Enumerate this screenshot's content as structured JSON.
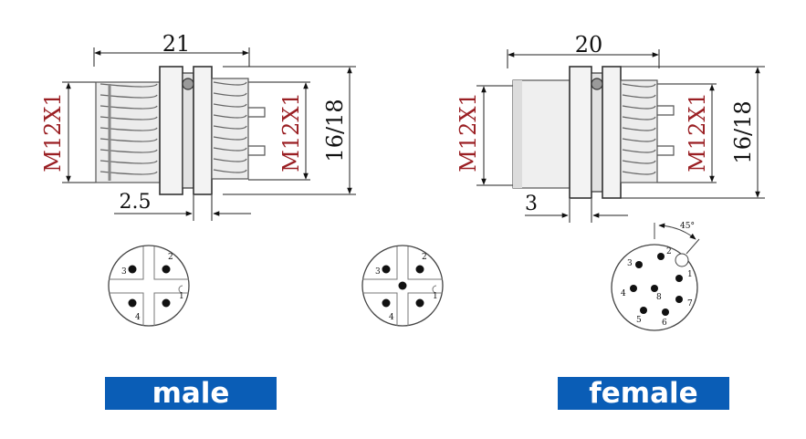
{
  "male": {
    "length_dim": "21",
    "left_thread": "M12X1",
    "right_thread": "M12X1",
    "height_dim": "16/18",
    "flange_dim": "2.5",
    "label": "male",
    "pins_4": [
      "1",
      "2",
      "3",
      "4"
    ],
    "pins_5": [
      "1",
      "2",
      "3",
      "4"
    ]
  },
  "female": {
    "length_dim": "20",
    "left_thread": "M12X1",
    "right_thread": "M12X1",
    "height_dim": "16/18",
    "flange_dim": "3",
    "label": "female",
    "angle": "45°",
    "pins_8": [
      "1",
      "2",
      "3",
      "4",
      "5",
      "6",
      "7",
      "8"
    ]
  },
  "colors": {
    "label_bg": "#0a5db6",
    "label_text": "#ffffff",
    "thread_text": "#9a1f23"
  }
}
